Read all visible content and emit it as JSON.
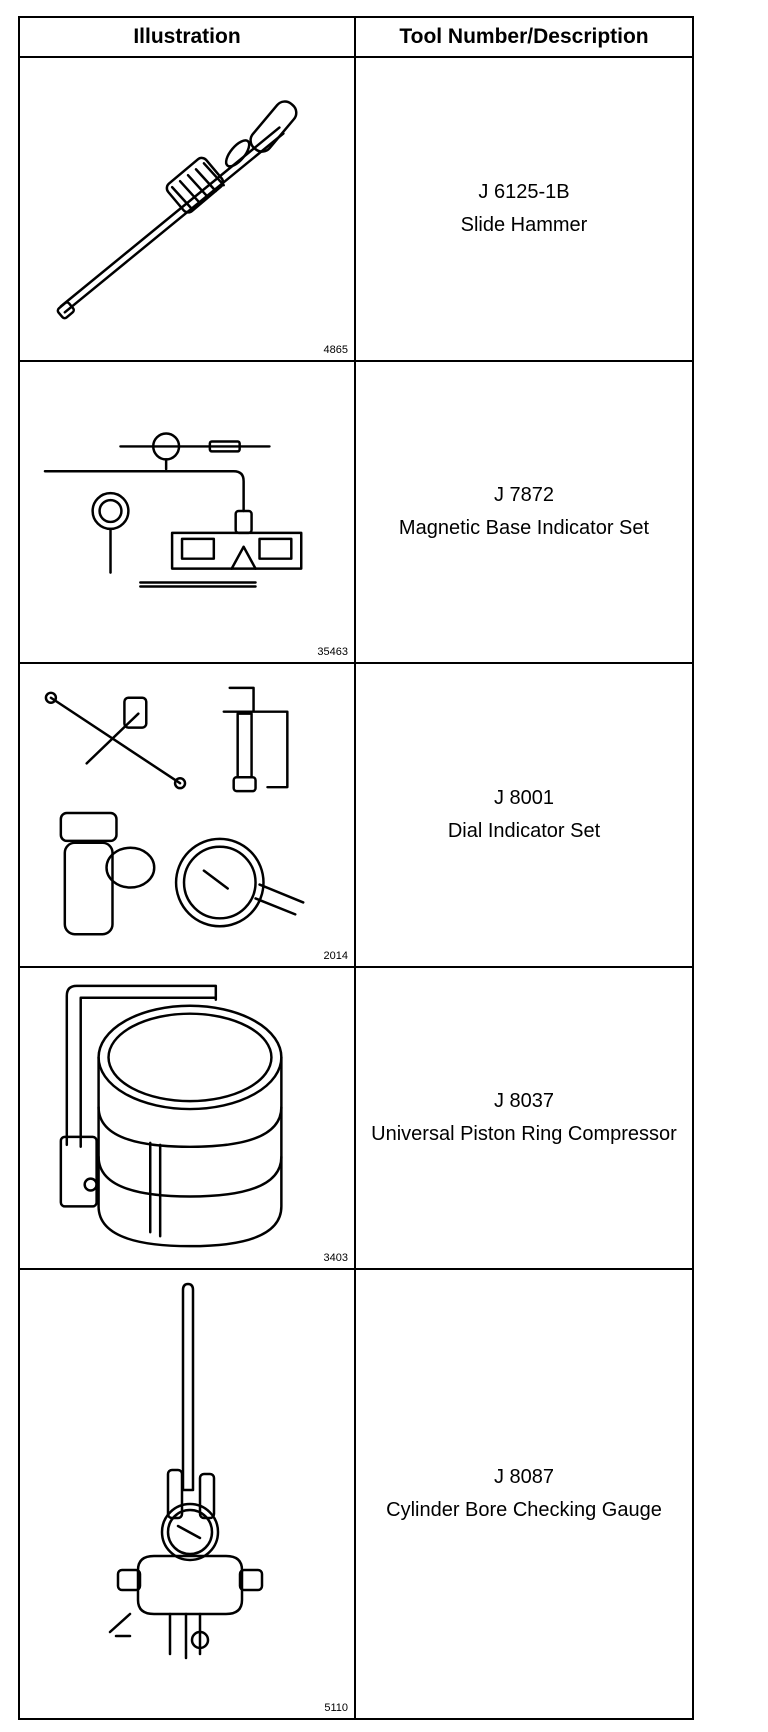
{
  "table": {
    "headers": {
      "illustration": "Illustration",
      "tool": "Tool Number/Description"
    },
    "rows": [
      {
        "figure": "4865",
        "number": "J 6125-1B",
        "description": "Slide Hammer"
      },
      {
        "figure": "35463",
        "number": "J 7872",
        "description": "Magnetic Base Indicator Set"
      },
      {
        "figure": "2014",
        "number": "J 8001",
        "description": "Dial Indicator Set"
      },
      {
        "figure": "3403",
        "number": "J 8037",
        "description": "Universal Piston Ring Compressor"
      },
      {
        "figure": "5110",
        "number": "J 8087",
        "description": "Cylinder Bore Checking Gauge"
      }
    ]
  },
  "icons": [
    "slide-hammer-icon",
    "magnetic-base-indicator-icon",
    "dial-indicator-set-icon",
    "piston-ring-compressor-icon",
    "cylinder-bore-gauge-icon"
  ]
}
